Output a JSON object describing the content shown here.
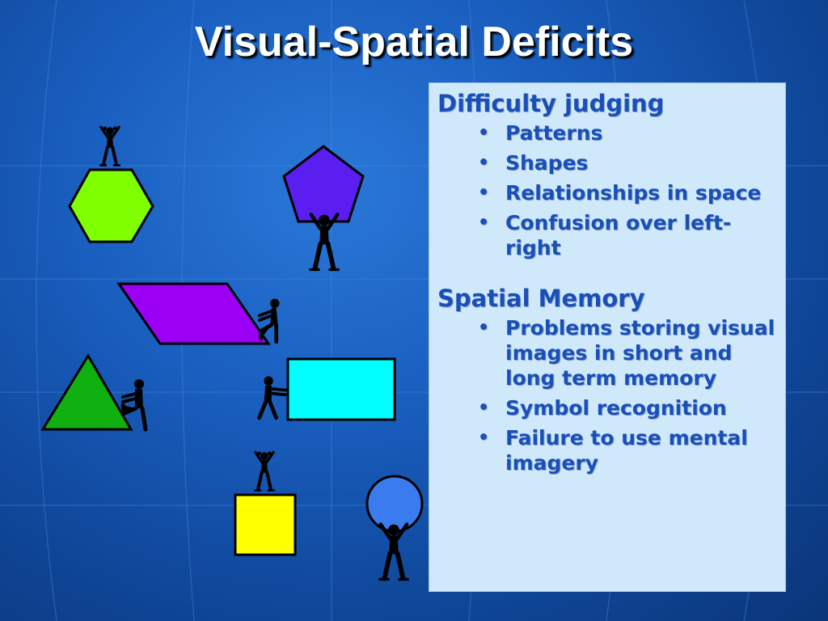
{
  "slide": {
    "title": "Visual-Spatial Deficits"
  },
  "content": {
    "sections": [
      {
        "heading": "Difficulty judging",
        "bullets": [
          "Patterns",
          "Shapes",
          "Relationships in space",
          "Confusion over left-right"
        ]
      },
      {
        "heading": "Spatial Memory",
        "bullets": [
          "Problems storing visual images in short and long term memory",
          "Symbol recognition",
          "Failure to use mental imagery"
        ]
      }
    ],
    "bullet_glyph": "•"
  },
  "shapes": {
    "hexagon_color": "#7fff00",
    "pentagon_color": "#5a1ef0",
    "parallelogram_color": "#9b00f5",
    "triangle_color": "#10b010",
    "rectangle_color": "#00ffff",
    "square_color": "#ffff00",
    "circle_color": "#3a7cf0"
  },
  "colors": {
    "background": "#1a5fc0",
    "title_text": "#ffffff",
    "box_fill": "#cfe9fb",
    "box_text": "#1a4fb8"
  }
}
